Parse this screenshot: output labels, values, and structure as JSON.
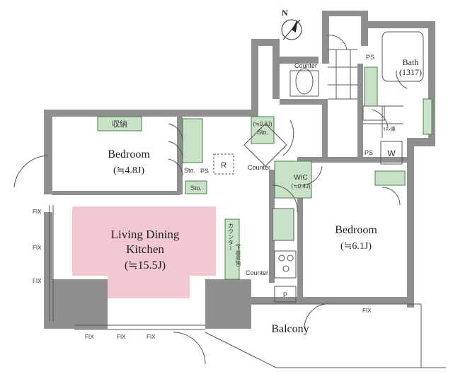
{
  "compass": {
    "label": "N"
  },
  "rooms": {
    "ldk": {
      "name_line1": "Living Dining",
      "name_line2": "Kitchen",
      "size": "(≒15.5J)"
    },
    "bedroom_west": {
      "name": "Bedroom",
      "size": "(≒4.8J)"
    },
    "bedroom_east": {
      "name": "Bedroom",
      "size": "(≒6.1J)"
    },
    "bath": {
      "name": "Bath",
      "size": "(1317)"
    },
    "balcony": {
      "name": "Balcony"
    }
  },
  "labels": {
    "shuno": "収納",
    "sto_1": "Sto.",
    "sto_2": "Sto.",
    "sto_3_size": "(≒0.3J)",
    "sto_3": "Sto.",
    "wic": "WIC",
    "wic_size": "(≒0.4J)",
    "ps_1": "PS",
    "ps_2": "PS",
    "ps_3": "PS",
    "r": "R",
    "w": "W",
    "p": "P",
    "counter_toilet": "Counter",
    "counter_hall": "Counter",
    "counter_kitchen": "Counter",
    "kitchen_counter_jp_1": "カウンター",
    "kitchen_counter_jp_2": "（下部収納）",
    "wash_jp": "ﾘﾈﾝ庫",
    "fix_1": "FIX",
    "fix_2": "FIX",
    "fix_3": "FIX",
    "fix_4": "FIX",
    "fix_5": "FIX",
    "fix_6": "FIX",
    "fix_7": "FIX"
  },
  "colors": {
    "wall": "#8f8f8f",
    "ldk_fill": "#f2c8d2",
    "storage_fill": "#c9e2c7",
    "storage_stroke": "#4c7d4c",
    "line": "#555555"
  }
}
